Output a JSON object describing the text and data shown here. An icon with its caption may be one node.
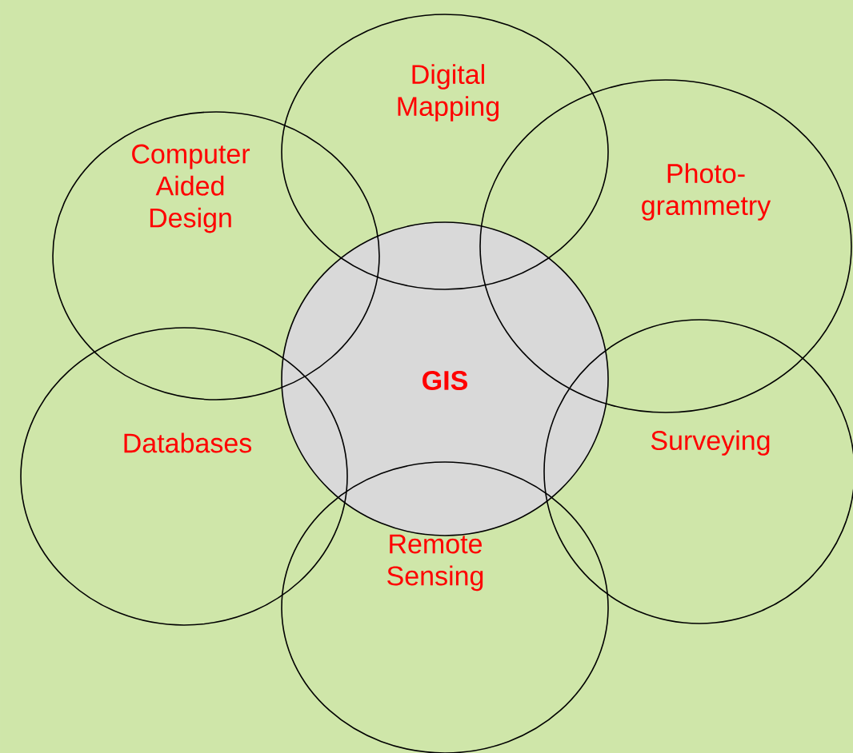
{
  "diagram": {
    "nodes": [
      {
        "text": [
          "GIS"
        ]
      },
      {
        "text": [
          "Digital Mapping"
        ]
      },
      {
        "text": [
          "Computer Aided Design"
        ]
      },
      {
        "text": [
          "Photo-grammetry"
        ]
      },
      {
        "text": [
          "Databases"
        ]
      },
      {
        "text": [
          "Surveying"
        ]
      },
      {
        "text": [
          "Remote Sensing"
        ]
      }
    ]
  }
}
